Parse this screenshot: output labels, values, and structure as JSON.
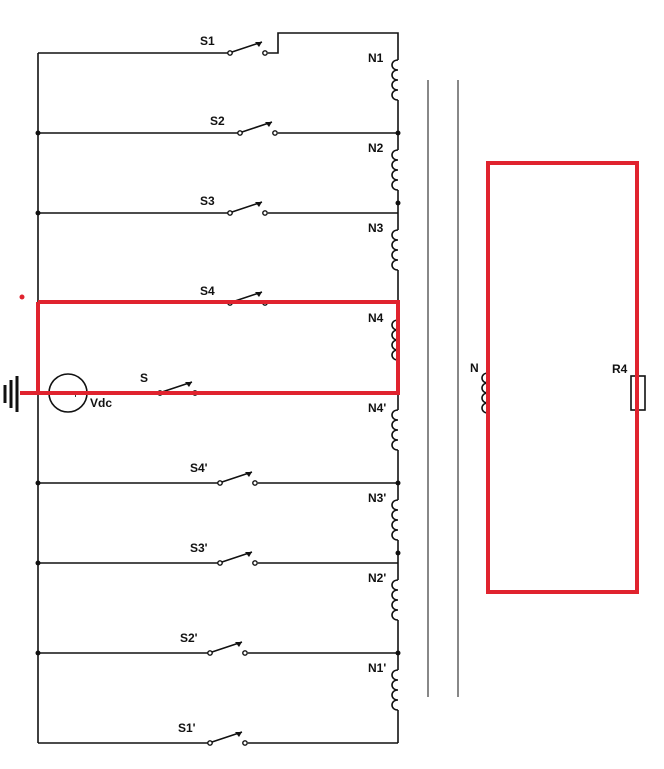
{
  "labels": {
    "s1": "S1",
    "s2": "S2",
    "s3": "S3",
    "s4": "S4",
    "s": "S",
    "s4p": "S4'",
    "s3p": "S3'",
    "s2p": "S2'",
    "s1p": "S1'",
    "n1": "N1",
    "n2": "N2",
    "n3": "N3",
    "n4": "N4",
    "n4p": "N4'",
    "n3p": "N3'",
    "n2p": "N2'",
    "n1p": "N1'",
    "n": "N",
    "r4": "R4",
    "vdc": "Vdc"
  },
  "colors": {
    "wire": "#111111",
    "highlight": "#e0232e"
  }
}
